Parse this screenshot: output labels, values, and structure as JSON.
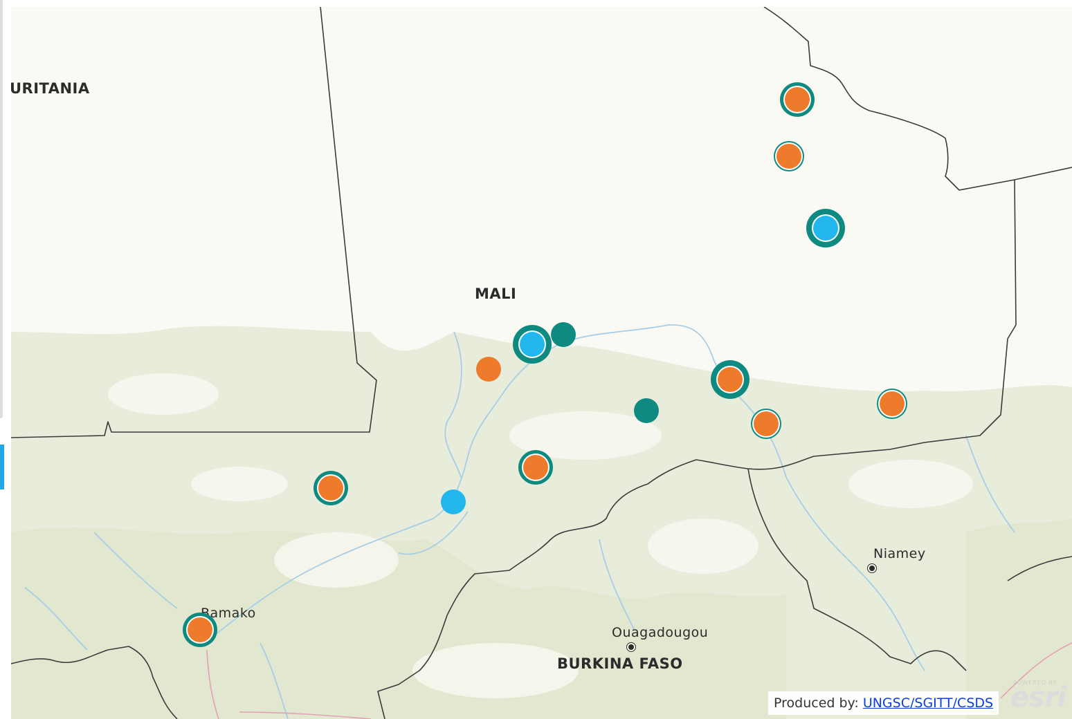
{
  "map": {
    "country_labels": [
      {
        "id": "mauritania",
        "text": "URITANIA"
      },
      {
        "id": "mali",
        "text": "MALI"
      },
      {
        "id": "burkina-faso",
        "text": "BURKINA FASO"
      }
    ],
    "city_labels": [
      {
        "id": "bamako",
        "text": "Bamako"
      },
      {
        "id": "niamey",
        "text": "Niamey"
      },
      {
        "id": "ouagadougou",
        "text": "Ouagadougou"
      }
    ],
    "colors": {
      "land": "#fbf9f4",
      "vegetation": "#e6ebd7",
      "border": "#3a3a3a",
      "river": "#a8cde6",
      "road": "#e4a0b4",
      "marker_orange": "#ee7b2b",
      "marker_blue": "#22b7ec",
      "marker_teal": "#0f8a80"
    },
    "markers": [
      {
        "id": "kidal-north",
        "fill": "orange",
        "ring": "thick"
      },
      {
        "id": "kidal-south",
        "fill": "orange",
        "ring": "thin"
      },
      {
        "id": "kidal-east",
        "fill": "blue",
        "ring": "xthick"
      },
      {
        "id": "timbuktu",
        "fill": "blue",
        "ring": "xthick"
      },
      {
        "id": "timbuktu-east",
        "fill": "teal",
        "ring": "none"
      },
      {
        "id": "goundam",
        "fill": "orange",
        "ring": "none"
      },
      {
        "id": "gao",
        "fill": "orange",
        "ring": "xthick"
      },
      {
        "id": "gossi",
        "fill": "teal",
        "ring": "none"
      },
      {
        "id": "ansongo",
        "fill": "orange",
        "ring": "thin"
      },
      {
        "id": "menaka",
        "fill": "orange",
        "ring": "thin"
      },
      {
        "id": "mopti",
        "fill": "orange",
        "ring": "thick"
      },
      {
        "id": "segou-west",
        "fill": "orange",
        "ring": "thick"
      },
      {
        "id": "djenne",
        "fill": "blue",
        "ring": "none"
      },
      {
        "id": "bamako",
        "fill": "orange",
        "ring": "thick"
      }
    ]
  },
  "attribution": {
    "prefix": "Produced by:",
    "link_text": "UNGSC/SGITT/CSDS"
  },
  "logo": {
    "powered_by": "POWERED BY",
    "wordmark": "esri"
  }
}
